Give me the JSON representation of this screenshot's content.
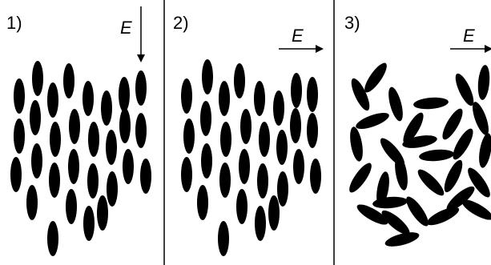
{
  "panels": [
    {
      "number": "1)",
      "field_label": "E",
      "field_direction": "down"
    },
    {
      "number": "2)",
      "field_label": "E",
      "field_direction": "right"
    },
    {
      "number": "3)",
      "field_label": "E",
      "field_direction": "right"
    }
  ]
}
